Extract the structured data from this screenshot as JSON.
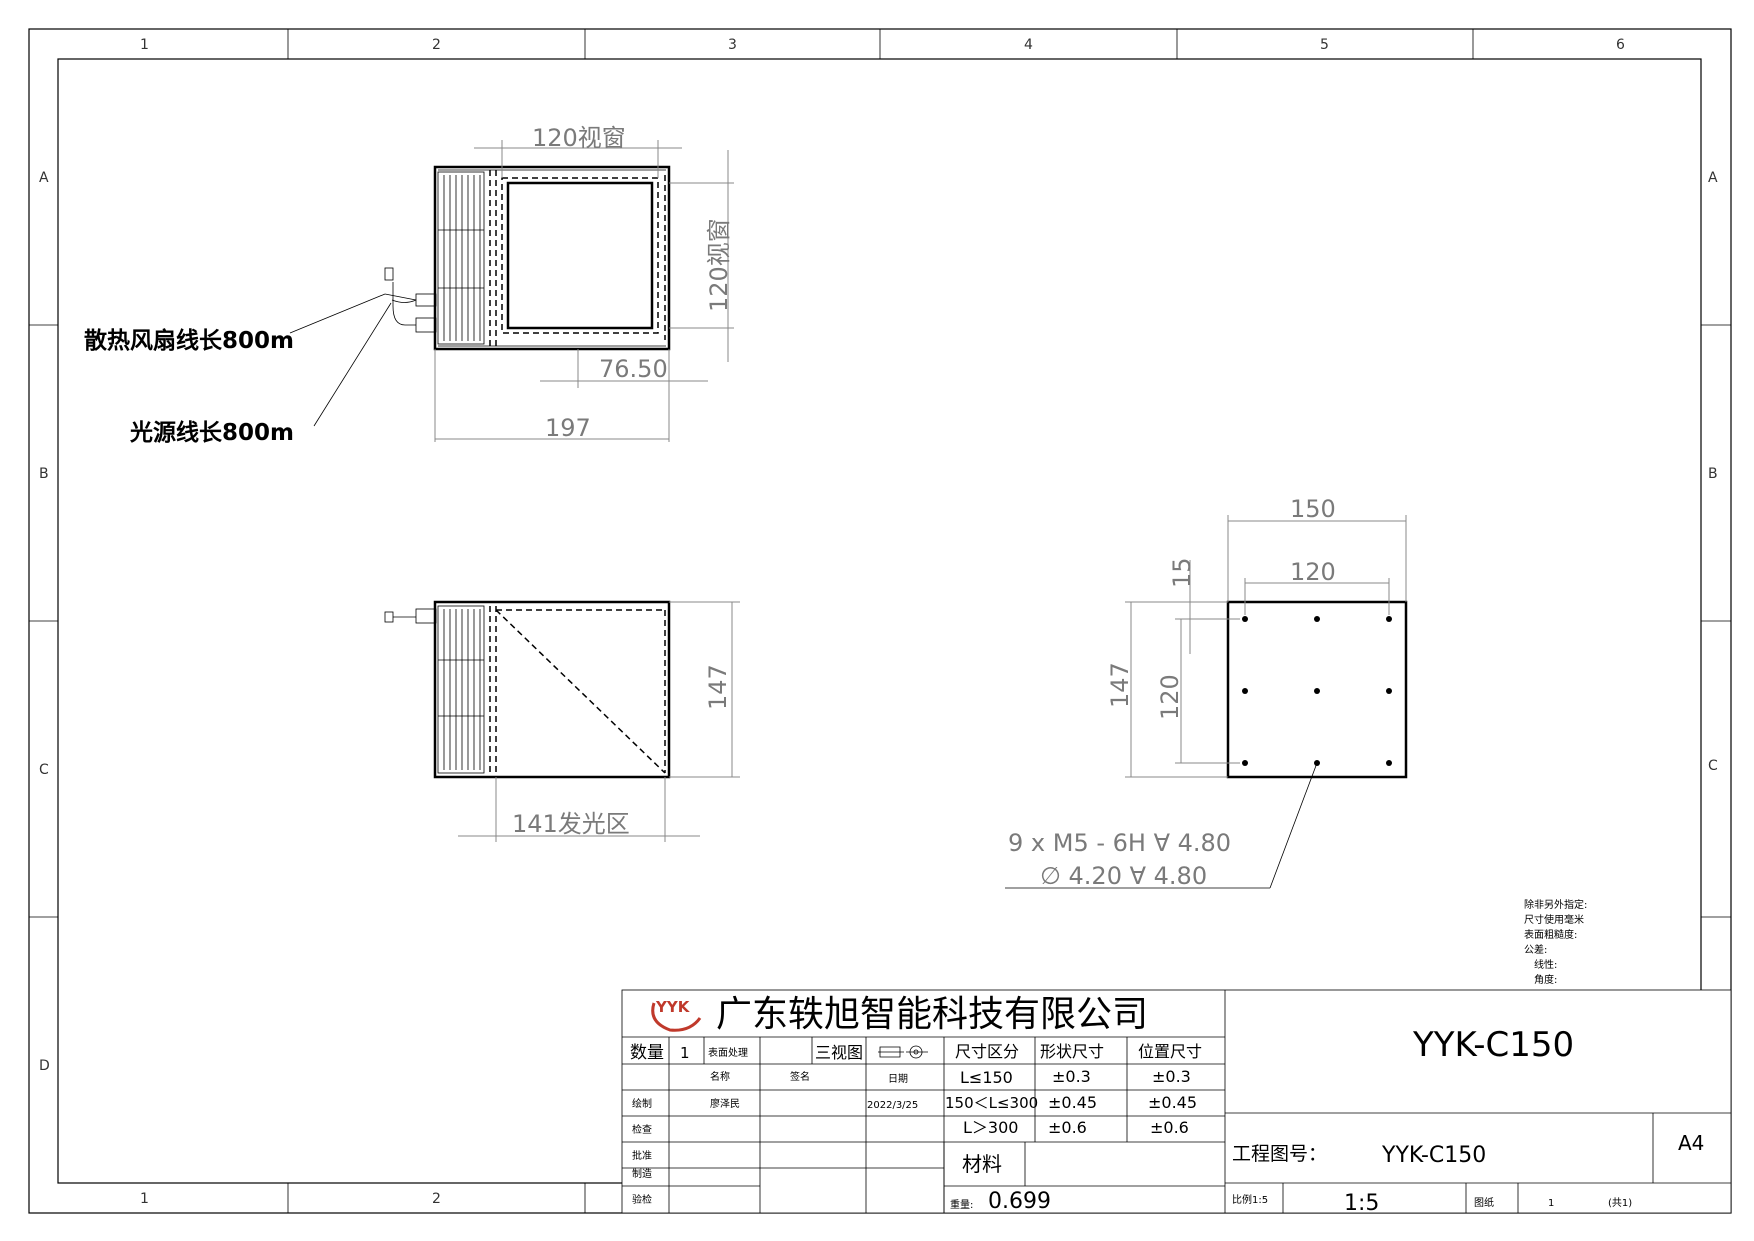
{
  "border": {
    "columns": [
      "1",
      "2",
      "3",
      "4",
      "5",
      "6"
    ],
    "rows": [
      "A",
      "B",
      "C",
      "D"
    ]
  },
  "top_view": {
    "dim_window_width": "120视窗",
    "dim_window_height": "120视窗",
    "dim_offset": "76.50",
    "dim_overall": "197",
    "note_fan": "散热风扇线长800m",
    "note_light": "光源线长800m"
  },
  "front_view": {
    "dim_height": "147",
    "dim_emitting": "141发光区"
  },
  "side_view": {
    "dim_outer": "150",
    "dim_inner": "120",
    "dim_edge": "15",
    "dim_height": "147",
    "dim_inner_v": "120",
    "callout_line1": "9 x  M5 - 6H ∀ 4.80",
    "callout_line2": "∅ 4.20 ∀ 4.80"
  },
  "general_notes": [
    "除非另外指定:",
    "尺寸使用毫米",
    "表面粗糙度:",
    "公差:",
    "线性:",
    "角度:"
  ],
  "title_block": {
    "logo_text": "YYK",
    "company": "广东轶旭智能科技有限公司",
    "qty_label": "数量",
    "qty_value": "1",
    "surface_label": "表面处理",
    "views_label": "三视图",
    "name_label": "名称",
    "sign_label": "签名",
    "date_label": "日期",
    "draw_label": "绘制",
    "drawer": "廖泽民",
    "date": "2022/3/25",
    "check_label": "检查",
    "approve_label": "批准",
    "make_label": "制造",
    "inspect_label": "验检",
    "tol_headers": [
      "尺寸区分",
      "形状尺寸",
      "位置尺寸"
    ],
    "tol_rows": [
      [
        "L≤150",
        "±0.3",
        "±0.3"
      ],
      [
        "150＜L≤300",
        "±0.45",
        "±0.45"
      ],
      [
        "L＞300",
        "±0.6",
        "±0.6"
      ]
    ],
    "material_label": "材料",
    "weight_label": "重量:",
    "weight_value": "0.699",
    "part_number": "YYK-C150",
    "drawing_no_label": "工程图号：",
    "drawing_no": "YYK-C150",
    "sheet_size": "A4",
    "scale_label": "比例1:5",
    "scale_value": "1:5",
    "sheet_label": "图纸",
    "sheet_value": "1",
    "sheet_total": "(共1)"
  }
}
